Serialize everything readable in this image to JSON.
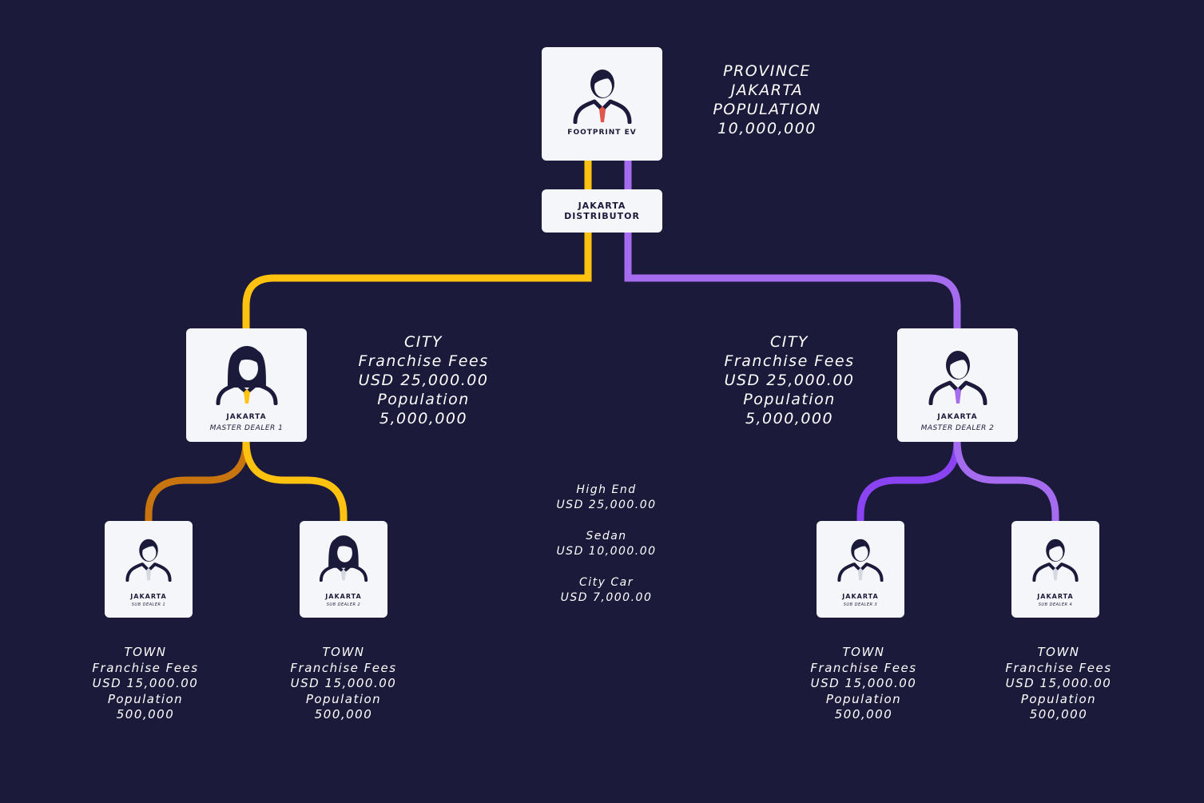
{
  "nodes": {
    "root": {
      "title": "FOOTPRINT EV",
      "tie_color": "#e2554a"
    },
    "distributor": {
      "line1": "JAKARTA",
      "line2": "DISTRIBUTOR"
    },
    "master1": {
      "title": "JAKARTA",
      "subtitle": "MASTER DEALER 1",
      "tie_color": "#ffc20e"
    },
    "master2": {
      "title": "JAKARTA",
      "subtitle": "MASTER DEALER 2",
      "tie_color": "#a56cf0"
    },
    "sub1": {
      "title": "JAKARTA",
      "subtitle": "SUB DEALER 1"
    },
    "sub2": {
      "title": "JAKARTA",
      "subtitle": "SUB DEALER 2"
    },
    "sub3": {
      "title": "JAKARTA",
      "subtitle": "SUB DEALER 3"
    },
    "sub4": {
      "title": "JAKARTA",
      "subtitle": "SUB DEALER 4"
    }
  },
  "province": [
    "PROVINCE",
    "JAKARTA",
    "POPULATION",
    "10,000,000"
  ],
  "city_left": [
    "CITY",
    "Franchise Fees",
    "USD 25,000.00",
    "Population",
    "5,000,000"
  ],
  "city_right": [
    "CITY",
    "Franchise Fees",
    "USD 25,000.00",
    "Population",
    "5,000,000"
  ],
  "pricing": [
    {
      "label": "High End",
      "price": "USD 25,000.00"
    },
    {
      "label": "Sedan",
      "price": "USD 10,000.00"
    },
    {
      "label": "City Car",
      "price": "USD 7,000.00"
    }
  ],
  "towns": [
    [
      "TOWN",
      "Franchise Fees",
      "USD 15,000.00",
      "Population",
      "500,000"
    ],
    [
      "TOWN",
      "Franchise Fees",
      "USD 15,000.00",
      "Population",
      "500,000"
    ],
    [
      "TOWN",
      "Franchise Fees",
      "USD 15,000.00",
      "Population",
      "500,000"
    ],
    [
      "TOWN",
      "Franchise Fees",
      "USD 15,000.00",
      "Population",
      "500,000"
    ]
  ],
  "colors": {
    "background": "#1b1a3a",
    "card": "#f5f6fa",
    "icon": "#1b1a3a",
    "line_yellow": "#ffc20e",
    "line_purple": "#a56cf0",
    "line_orange": "#c8750f",
    "line_violet": "#8a43f2",
    "sub_tie": "#d4d8e0"
  }
}
